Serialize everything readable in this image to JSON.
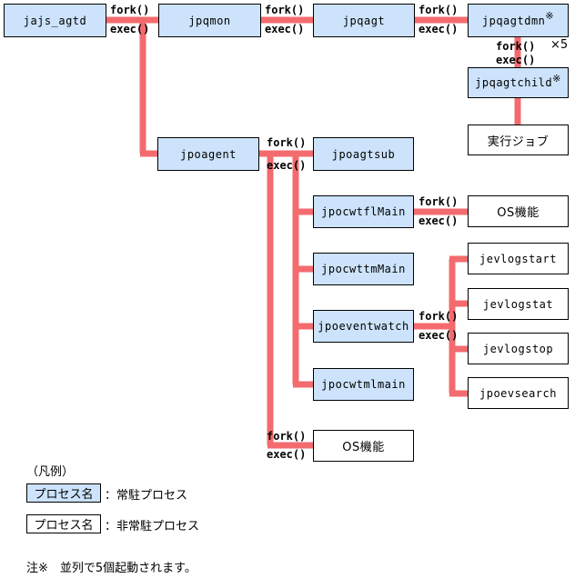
{
  "colors": {
    "connector": "#f36b6e",
    "resident_fill": "#cce3fb",
    "nonresident_fill": "#ffffff"
  },
  "nodes": {
    "jajs_agtd": "jajs_agtd",
    "jpqmon": "jpqmon",
    "jpqagt": "jpqagt",
    "jpqagtdmn": "jpqagtdmn",
    "jpqagtchild": "jpqagtchild",
    "job": "実行ジョブ",
    "jpoagent": "jpoagent",
    "jpoagtsub": "jpoagtsub",
    "jpocwtflMain": "jpocwtflMain",
    "os_func_1": "OS機能",
    "jpocwttmMain": "jpocwttmMain",
    "jpoeventwatch": "jpoeventwatch",
    "jpocwtmlmain": "jpocwtmlmain",
    "jevlogstart": "jevlogstart",
    "jevlogstat": "jevlogstat",
    "jevlogstop": "jevlogstop",
    "jpoevsearch": "jpoevsearch",
    "os_func_2": "OS機能"
  },
  "labels": {
    "fork": "fork()",
    "exec": "exec()",
    "note_mark": "※",
    "times5": "×5"
  },
  "legend": {
    "title": "（凡例）",
    "resident_box": "プロセス名",
    "resident_desc": "：常駐プロセス",
    "nonresident_box": "プロセス名",
    "nonresident_desc": "：非常駐プロセス"
  },
  "footnote": "注※　並列で5個起動されます。"
}
